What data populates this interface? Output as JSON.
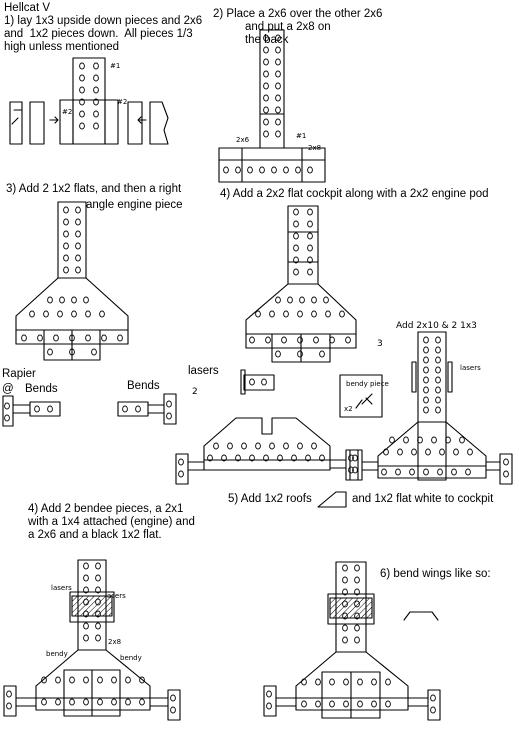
{
  "title": "Hellcat V",
  "steps": {
    "s1": "1) lay 1x3 upside down pieces and 2x6\nand  1x2 pieces down.  All pieces 1/3\nhigh unless mentioned",
    "s2": "2) Place a 2x6 over the other 2x6\n          and put a 2x8 on\n          the back",
    "s3a": "3) Add 2 1x2 flats, and then a right",
    "s3b": "angle engine piece",
    "s4": "4) Add a 2x2 flat cockpit along with a 2x2 engine pod",
    "s4b": "4) Add 2 bendee pieces, a 2x1\nwith a 1x4 attached (engine) and\na 2x6 and a black 1x2 flat.",
    "s5a": "5) Add 1x2 roofs",
    "s5b": "and 1x2 flat white to cockpit",
    "s6": "6) bend wings like so:"
  },
  "rapier": {
    "label": "Rapier",
    "bends_left": "Bends",
    "bends_right": "Bends",
    "at": "@",
    "lasers": "lasers",
    "circle2": "2",
    "circle3": "3",
    "add": "Add 2x10 & 2 1x3",
    "bendy": "bendy piece",
    "x2": "x2",
    "lasers_small": "lasers"
  },
  "notes": {
    "n1": "#1",
    "n2a": "#2",
    "n2b": "#2",
    "n1b": "#1",
    "n2x6": "2x6",
    "n2x8": "2x8",
    "s4_lasers": "lasers",
    "s4_lasers2": "lasers",
    "s4_2x8": "2x8",
    "s4_bendy_l": "bendy",
    "s4_bendy_r": "bendy"
  }
}
